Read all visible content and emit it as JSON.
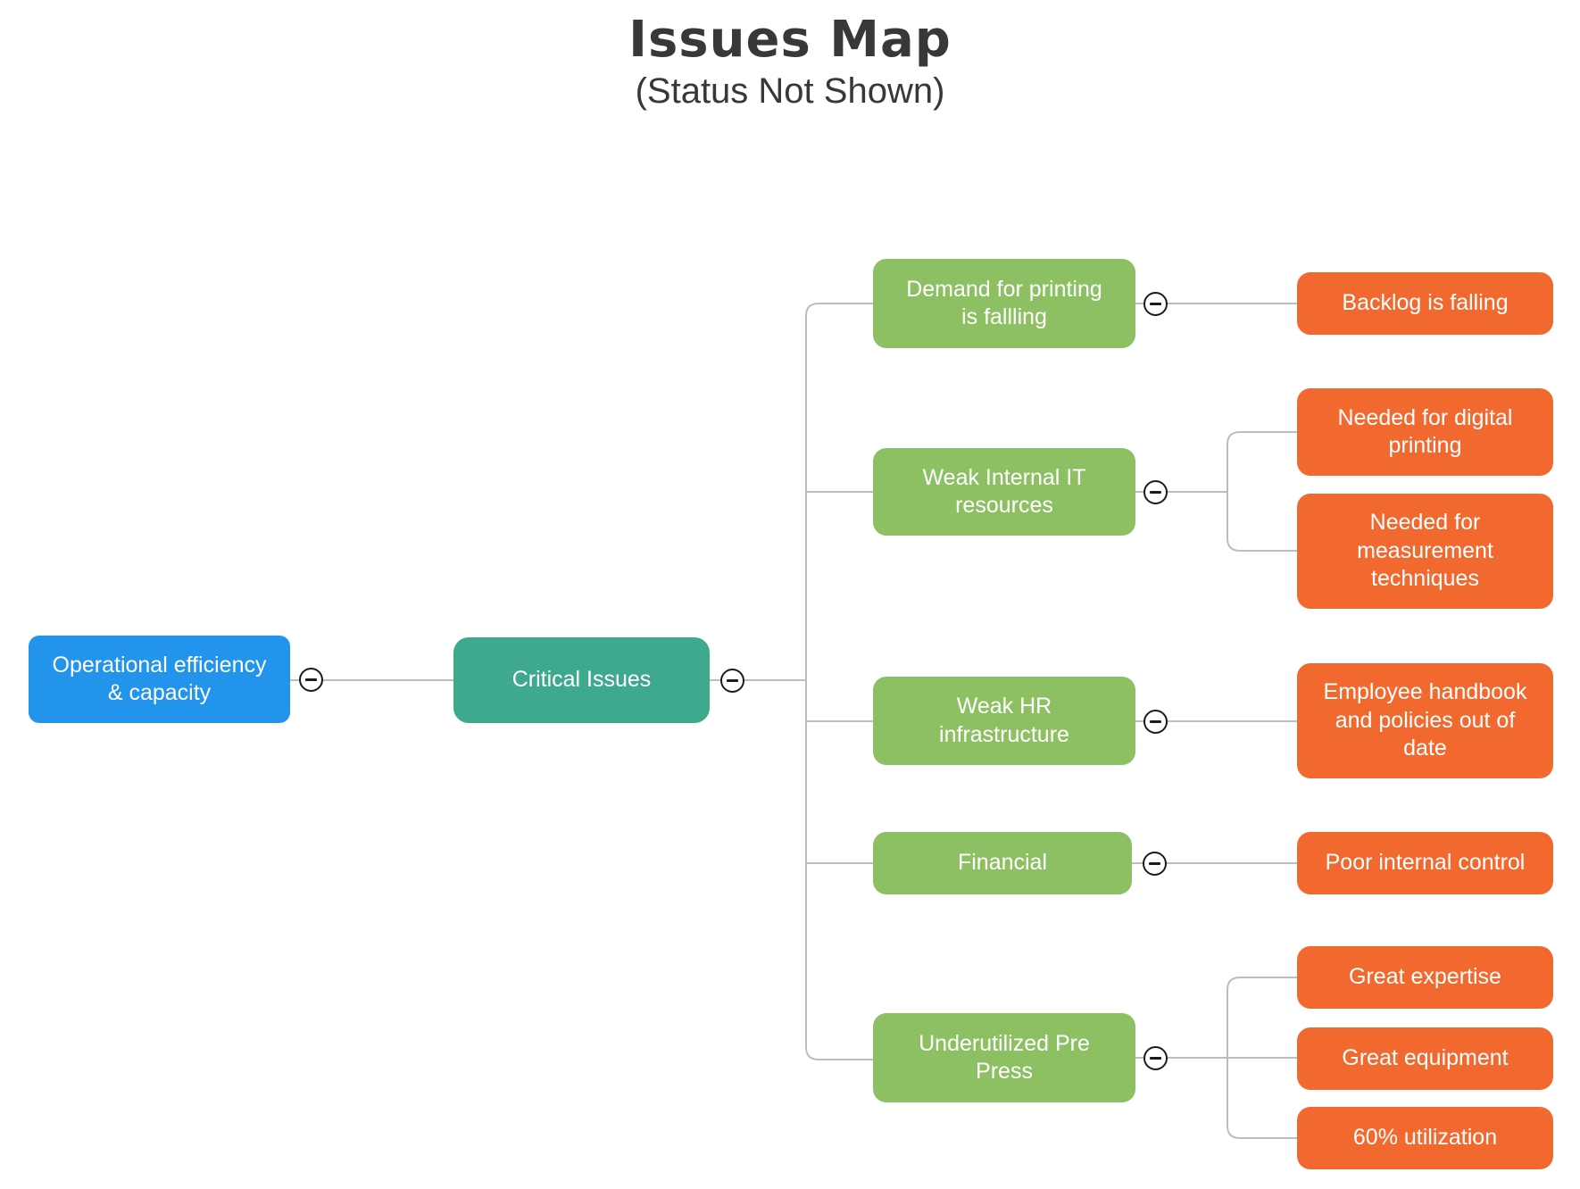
{
  "header": {
    "title": "Issues Map",
    "subtitle": "(Status Not Shown)"
  },
  "mindmap": {
    "root": {
      "label": "Operational efficiency & capacity",
      "children": [
        {
          "label": "Critical Issues",
          "children": [
            {
              "label": "Demand for printing is fallling",
              "children": [
                {
                  "label": "Backlog is falling"
                }
              ]
            },
            {
              "label": "Weak Internal IT resources",
              "children": [
                {
                  "label": "Needed for digital printing"
                },
                {
                  "label": "Needed for measurement techniques"
                }
              ]
            },
            {
              "label": "Weak HR infrastructure",
              "children": [
                {
                  "label": "Employee handbook and policies out of date"
                }
              ]
            },
            {
              "label": "Financial",
              "children": [
                {
                  "label": "Poor internal control"
                }
              ]
            },
            {
              "label": "Underutilized Pre Press",
              "children": [
                {
                  "label": "Great expertise"
                },
                {
                  "label": "Great equipment"
                },
                {
                  "label": "60% utilization"
                }
              ]
            }
          ]
        }
      ]
    }
  },
  "icons": {
    "collapse": "minus"
  },
  "colors": {
    "root_node": "#2294ec",
    "level1_node": "#3ea98c",
    "level2_node": "#8dc063",
    "level3_node": "#f2692f",
    "connector": "#bdbdbd",
    "title_text": "#383838",
    "node_text": "#ffffff"
  }
}
